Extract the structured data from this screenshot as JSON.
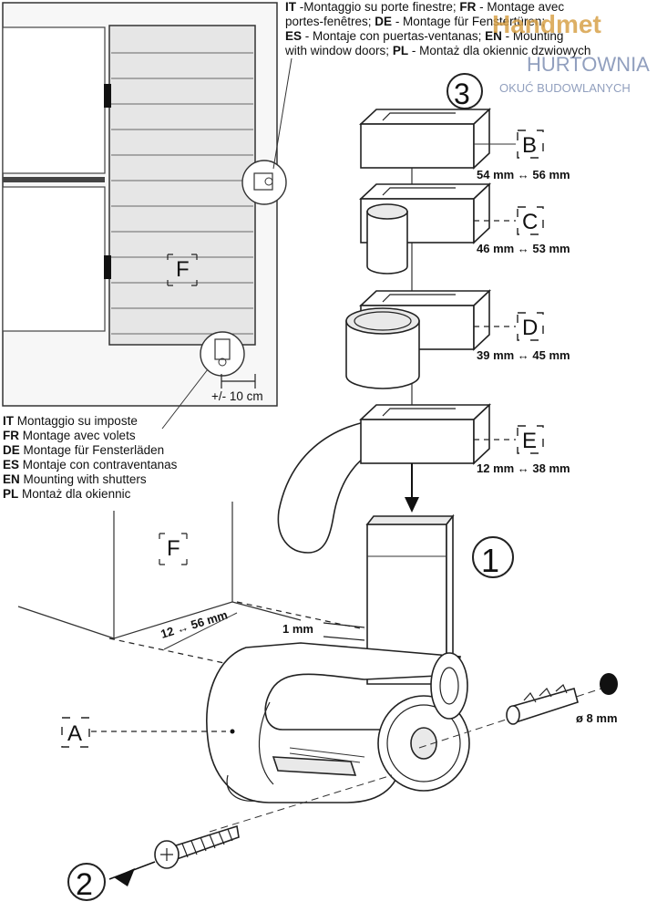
{
  "top_caption": {
    "line1": [
      "IT",
      " -Montaggio su porte finestre; ",
      "FR",
      " - Montage avec"
    ],
    "line2": [
      "portes-fenêtres; ",
      "DE",
      " - Montage für Fenstertüren;"
    ],
    "line3": [
      "ES",
      " - Montaje con puertas-ventanas; ",
      "EN",
      " - Mounting"
    ],
    "line4": [
      "with window doors; ",
      "PL",
      " - Montaż dla okiennic dzwiowych"
    ]
  },
  "shutter_caption": [
    {
      "code": "IT",
      "text": " Montaggio su imposte"
    },
    {
      "code": "FR",
      "text": " Montage avec volets"
    },
    {
      "code": "DE",
      "text": " Montage für Fensterläden"
    },
    {
      "code": "ES",
      "text": " Montaje con contraventanas"
    },
    {
      "code": "EN",
      "text": " Mounting with shutters"
    },
    {
      "code": "PL",
      "text": " Montaż dla okiennic"
    }
  ],
  "watermark": {
    "brand": "Handmet",
    "line2": "HURTOWNIA",
    "line3": "OKUĆ BUDOWLANYCH"
  },
  "step_numbers": {
    "step1": "1",
    "step2": "2",
    "step3": "3"
  },
  "parts": {
    "A": {
      "letter": "A"
    },
    "B": {
      "letter": "B",
      "range": "54 mm ↔ 56 mm"
    },
    "C": {
      "letter": "C",
      "range": "46 mm ↔ 53 mm"
    },
    "D": {
      "letter": "D",
      "range": "39 mm ↔ 45 mm"
    },
    "E": {
      "letter": "E",
      "range": "12 mm ↔ 38 mm"
    },
    "F": {
      "letter": "F"
    }
  },
  "measurements": {
    "offset": "+/- 10 cm",
    "wall_range": "12 ↔ 56 mm",
    "gap": "1 mm",
    "dowel": "ø 8 mm"
  }
}
